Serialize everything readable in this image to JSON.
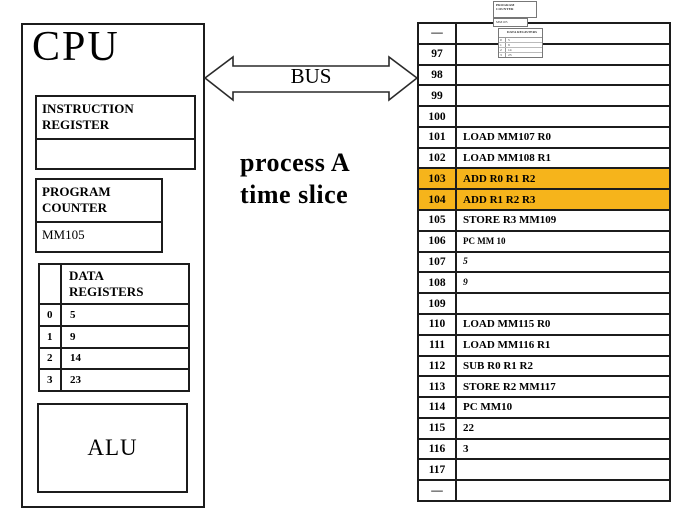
{
  "colors": {
    "highlight": "#F6B41B"
  },
  "cpu": {
    "title": "CPU",
    "instruction_register": {
      "label_line1": "INSTRUCTION",
      "label_line2": "REGISTER",
      "value": ""
    },
    "program_counter": {
      "label_line1": "PROGRAM",
      "label_line2": "COUNTER",
      "value": "MM105"
    },
    "data_registers": {
      "label_line1": "DATA",
      "label_line2": "REGISTERS",
      "rows": [
        {
          "index": "0",
          "value": "5"
        },
        {
          "index": "1",
          "value": "9"
        },
        {
          "index": "2",
          "value": "14"
        },
        {
          "index": "3",
          "value": "23"
        }
      ]
    },
    "alu": {
      "label": "ALU"
    }
  },
  "bus": {
    "label": "BUS"
  },
  "annotation": {
    "line1": "process A",
    "line2": "time slice"
  },
  "memory": {
    "rows": [
      {
        "address": "—",
        "content": ""
      },
      {
        "address": "97",
        "content": ""
      },
      {
        "address": "98",
        "content": ""
      },
      {
        "address": "99",
        "content": ""
      },
      {
        "address": "100",
        "content": ""
      },
      {
        "address": "101",
        "content": "LOAD MM107 R0"
      },
      {
        "address": "102",
        "content": "LOAD MM108 R1"
      },
      {
        "address": "103",
        "content": "ADD R0 R1 R2",
        "highlight": true
      },
      {
        "address": "104",
        "content": "ADD R1 R2 R3",
        "highlight": true
      },
      {
        "address": "105",
        "content": "STORE R3 MM109"
      },
      {
        "address": "106",
        "content": "PC MM 10"
      },
      {
        "address": "107",
        "content": "5"
      },
      {
        "address": "108",
        "content": "9"
      },
      {
        "address": "109",
        "content": ""
      },
      {
        "address": "110",
        "content": "LOAD MM115 R0"
      },
      {
        "address": "111",
        "content": "LOAD MM116 R1"
      },
      {
        "address": "112",
        "content": "SUB R0 R1 R2"
      },
      {
        "address": "113",
        "content": "STORE R2 MM117"
      },
      {
        "address": "114",
        "content": "PC MM10"
      },
      {
        "address": "115",
        "content": "22"
      },
      {
        "address": "116",
        "content": "3"
      },
      {
        "address": "117",
        "content": ""
      },
      {
        "address": "—",
        "content": ""
      }
    ]
  },
  "mini_overlay": {
    "program_counter": {
      "label_line1": "PROGRAM",
      "label_line2": "COUNTER",
      "value": "MM105"
    },
    "data_registers": {
      "label": "DATA REGISTERS",
      "rows": [
        {
          "index": "0",
          "value": "5"
        },
        {
          "index": "1",
          "value": "9"
        },
        {
          "index": "2",
          "value": "14"
        },
        {
          "index": "3",
          "value": "23"
        }
      ]
    }
  }
}
